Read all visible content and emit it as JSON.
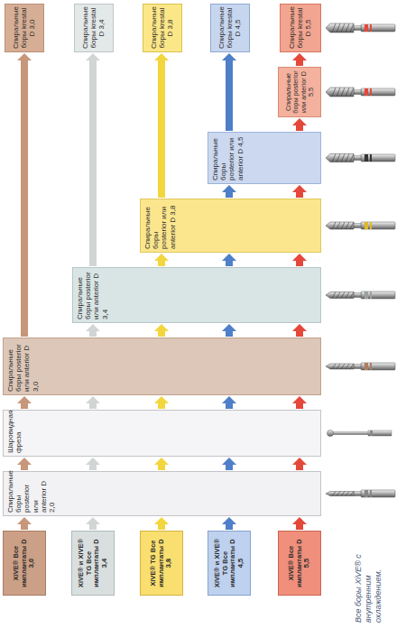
{
  "diagram": {
    "nodes": [
      {
        "text": [
          "Спиральные боры krestal D 3,0"
        ]
      },
      {
        "text": [
          "Спиральные боры krestal D 3,4"
        ]
      },
      {
        "text": [
          "Спиральные боры krestal D 3,8"
        ]
      },
      {
        "text": [
          "Спиральные боры krestal D 4,5"
        ]
      },
      {
        "text": [
          "Спиральные боры krestal D 5,5"
        ]
      },
      {
        "text": [
          "Спиральные боры posterior или anterior D 5,5"
        ]
      },
      {
        "text": [
          "Спиральные боры posterior или anterior D 4,5"
        ]
      },
      {
        "text": [
          "Спиральные боры posterior или anterior D 3,8"
        ]
      },
      {
        "text": [
          "Спиральные боры posterior или anterior D 3,4"
        ]
      },
      {
        "text": [
          "Спиральные боры posterior или anterior D 3,0"
        ]
      },
      {
        "text": [
          "Шаровидная фреза"
        ]
      },
      {
        "text": [
          "Спиральные боры posterior или anterior D 2,0"
        ]
      },
      {
        "text": [
          "XiVE® Все имплантаты D 3,0"
        ]
      },
      {
        "text": [
          "XiVE® и XiVE® TG Все имплантаты D 3,4"
        ]
      },
      {
        "text": [
          "XiVE® TG Все имплантаты D 3,8"
        ]
      },
      {
        "text": [
          "XiVE® и XiVE® TG Все имплантаты D 4,5"
        ]
      },
      {
        "text": [
          "XiVE® Все имплантаты D 5,5"
        ]
      }
    ],
    "edges": [
      {
        "from": 12,
        "to": 11,
        "arrow": "to"
      },
      {
        "from": 11,
        "to": 10,
        "arrow": "to"
      },
      {
        "from": 10,
        "to": 9,
        "arrow": "to"
      },
      {
        "from": 9,
        "to": 0,
        "arrow": "to"
      },
      {
        "from": 13,
        "to": 11,
        "arrow": "to"
      },
      {
        "from": 11,
        "to": 10,
        "arrow": "to"
      },
      {
        "from": 10,
        "to": 9,
        "arrow": "to"
      },
      {
        "from": 9,
        "to": 8,
        "arrow": "to"
      },
      {
        "from": 8,
        "to": 1,
        "arrow": "to"
      },
      {
        "from": 14,
        "to": 11,
        "arrow": "to"
      },
      {
        "from": 11,
        "to": 10,
        "arrow": "to"
      },
      {
        "from": 10,
        "to": 9,
        "arrow": "to"
      },
      {
        "from": 9,
        "to": 8,
        "arrow": "to"
      },
      {
        "from": 8,
        "to": 7,
        "arrow": "to"
      },
      {
        "from": 7,
        "to": 2,
        "arrow": "to"
      },
      {
        "from": 15,
        "to": 11,
        "arrow": "to"
      },
      {
        "from": 11,
        "to": 10,
        "arrow": "to"
      },
      {
        "from": 10,
        "to": 9,
        "arrow": "to"
      },
      {
        "from": 9,
        "to": 8,
        "arrow": "to"
      },
      {
        "from": 8,
        "to": 7,
        "arrow": "to"
      },
      {
        "from": 7,
        "to": 6,
        "arrow": "to"
      },
      {
        "from": 6,
        "to": 3,
        "arrow": "to"
      },
      {
        "from": 16,
        "to": 11,
        "arrow": "to"
      },
      {
        "from": 11,
        "to": 10,
        "arrow": "to"
      },
      {
        "from": 10,
        "to": 9,
        "arrow": "to"
      },
      {
        "from": 9,
        "to": 8,
        "arrow": "to"
      },
      {
        "from": 8,
        "to": 7,
        "arrow": "to"
      },
      {
        "from": 7,
        "to": 6,
        "arrow": "to"
      },
      {
        "from": 6,
        "to": 5,
        "arrow": "to"
      },
      {
        "from": 5,
        "to": 4,
        "arrow": "to"
      }
    ],
    "labels": [
      "Все боры XiVE® с внутренним охлаждением."
    ]
  }
}
